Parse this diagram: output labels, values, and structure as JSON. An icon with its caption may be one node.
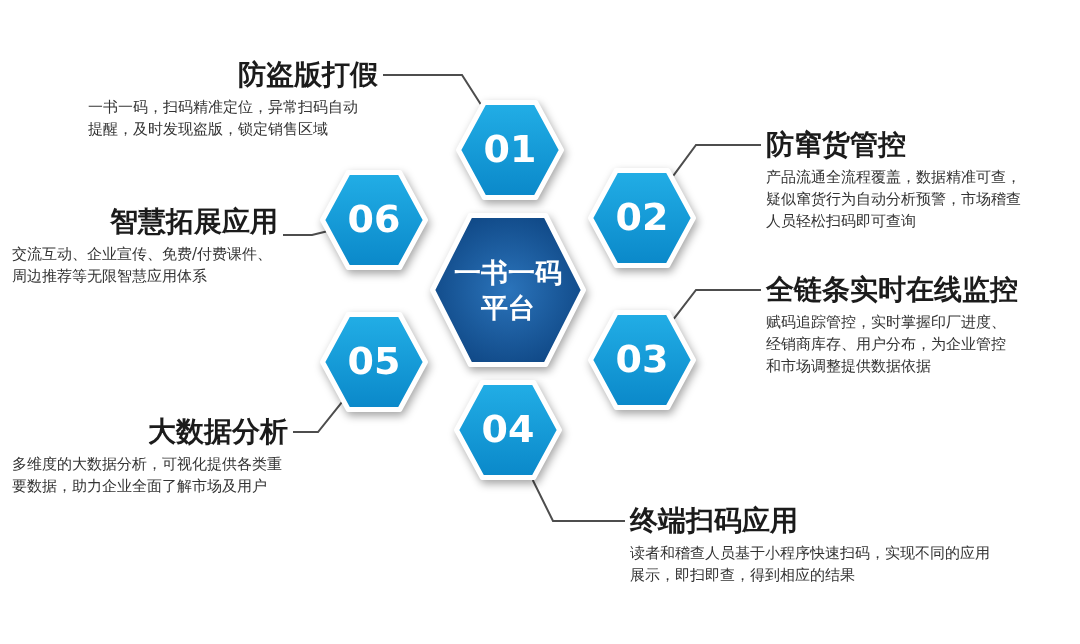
{
  "diagram": {
    "nodes": [
      {
        "text": [
          "一书一码平台"
        ]
      },
      {
        "text": [
          "01"
        ]
      },
      {
        "text": [
          "02"
        ]
      },
      {
        "text": [
          "03"
        ]
      },
      {
        "text": [
          "04"
        ]
      },
      {
        "text": [
          "05"
        ]
      },
      {
        "text": [
          "06"
        ]
      },
      {
        "text": [
          "防盗版打假",
          "一书一码，扫码精准定位，异常扫码自动提醒，及时发现盗版，锁定销售区域"
        ]
      },
      {
        "text": [
          "防窜货管控",
          "产品流通全流程覆盖，数据精准可查，疑似窜货行为自动分析预警，市场稽查人员轻松扫码即可查询"
        ]
      },
      {
        "text": [
          "全链条实时在线监控",
          "赋码追踪管控，实时掌握印厂进度、经销商库存、用户分布，为企业管控和市场调整提供数据依据"
        ]
      },
      {
        "text": [
          "终端扫码应用",
          "读者和稽查人员基于小程序快速扫码，实现不同的应用展示，即扫即查，得到相应的结果"
        ]
      },
      {
        "text": [
          "大数据分析",
          "多维度的大数据分析，可视化提供各类重要数据，助力企业全面了解市场及用户"
        ]
      },
      {
        "text": [
          "智慧拓展应用",
          "交流互动、企业宣传、免费/付费课件、周边推荐等无限智慧应用体系"
        ]
      }
    ],
    "edges": [
      {
        "from": 7,
        "to": 1,
        "arrow": "none"
      },
      {
        "from": 8,
        "to": 2,
        "arrow": "none"
      },
      {
        "from": 9,
        "to": 3,
        "arrow": "none"
      },
      {
        "from": 10,
        "to": 4,
        "arrow": "none"
      },
      {
        "from": 11,
        "to": 5,
        "arrow": "none"
      },
      {
        "from": 12,
        "to": 6,
        "arrow": "none"
      }
    ]
  }
}
